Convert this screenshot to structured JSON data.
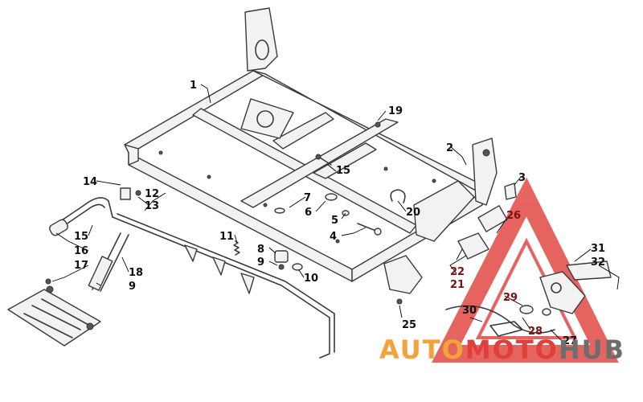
{
  "watermark": {
    "part1": "AUTO",
    "part2": "MOTO",
    "part3": "HUB",
    "color_orange": "#f4a23a",
    "color_red": "#e0403b",
    "color_gray": "#6d6d6d",
    "triangle_color": "#e24a45"
  },
  "callouts": [
    {
      "id": "c1",
      "label": "1"
    },
    {
      "id": "c2",
      "label": "2"
    },
    {
      "id": "c3",
      "label": "3"
    },
    {
      "id": "c4",
      "label": "4"
    },
    {
      "id": "c5",
      "label": "5"
    },
    {
      "id": "c6",
      "label": "6"
    },
    {
      "id": "c7",
      "label": "7"
    },
    {
      "id": "c8",
      "label": "8"
    },
    {
      "id": "c9a",
      "label": "9"
    },
    {
      "id": "c9b",
      "label": "9"
    },
    {
      "id": "c10",
      "label": "10"
    },
    {
      "id": "c11",
      "label": "11"
    },
    {
      "id": "c12",
      "label": "12"
    },
    {
      "id": "c13",
      "label": "13"
    },
    {
      "id": "c14",
      "label": "14"
    },
    {
      "id": "c15a",
      "label": "15"
    },
    {
      "id": "c15b",
      "label": "15"
    },
    {
      "id": "c16",
      "label": "16"
    },
    {
      "id": "c17",
      "label": "17"
    },
    {
      "id": "c18",
      "label": "18"
    },
    {
      "id": "c19",
      "label": "19"
    },
    {
      "id": "c20",
      "label": "20"
    },
    {
      "id": "c21",
      "label": "21"
    },
    {
      "id": "c22",
      "label": "22"
    },
    {
      "id": "c25",
      "label": "25"
    },
    {
      "id": "c26",
      "label": "26"
    },
    {
      "id": "c27",
      "label": "27"
    },
    {
      "id": "c28",
      "label": "28"
    },
    {
      "id": "c29",
      "label": "29"
    },
    {
      "id": "c30",
      "label": "30"
    },
    {
      "id": "c31",
      "label": "31"
    },
    {
      "id": "c32",
      "label": "32"
    }
  ]
}
